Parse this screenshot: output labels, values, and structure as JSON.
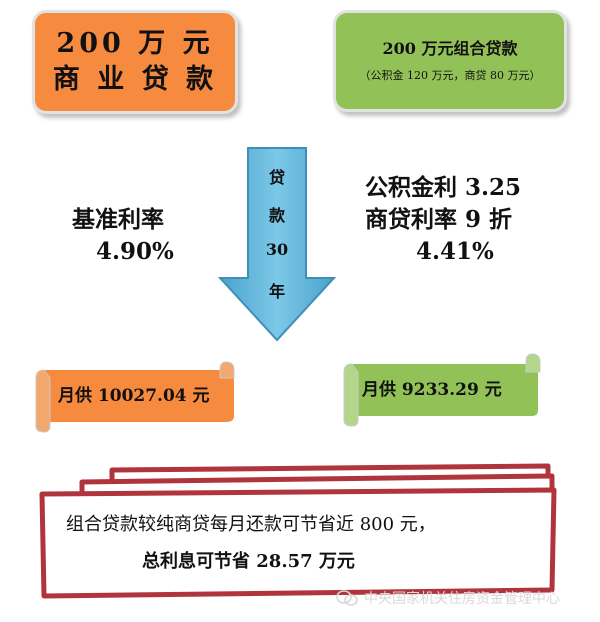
{
  "left_box": {
    "line1": "200 万 元",
    "line2": "商 业 贷 款"
  },
  "right_box": {
    "title": "200 万元组合贷款",
    "subtitle": "（公积金 120 万元，商贷 80 万元）"
  },
  "left_rate": {
    "label": "基准利率",
    "value": "4.90%"
  },
  "right_rate": {
    "line1": "公积金利 3.25",
    "line2": "商贷利率 9 折",
    "value": "4.41%"
  },
  "arrow": {
    "chars": [
      "贷",
      "款",
      "30",
      "年"
    ]
  },
  "left_payment": {
    "text": "月供 10027.04 元"
  },
  "right_payment": {
    "text": "月供 9233.29 元"
  },
  "note": {
    "line1": "组合贷款较纯商贷每月还款可节省近 800 元，",
    "line2": "总利息可节省 28.57 万元"
  },
  "watermark": {
    "text": "中央国家机关住房资金管理中心"
  },
  "colors": {
    "orange": "#f68a3f",
    "green": "#92c257",
    "arrow_blue": "#5fb3d8",
    "frame_red": "#b0343c"
  }
}
